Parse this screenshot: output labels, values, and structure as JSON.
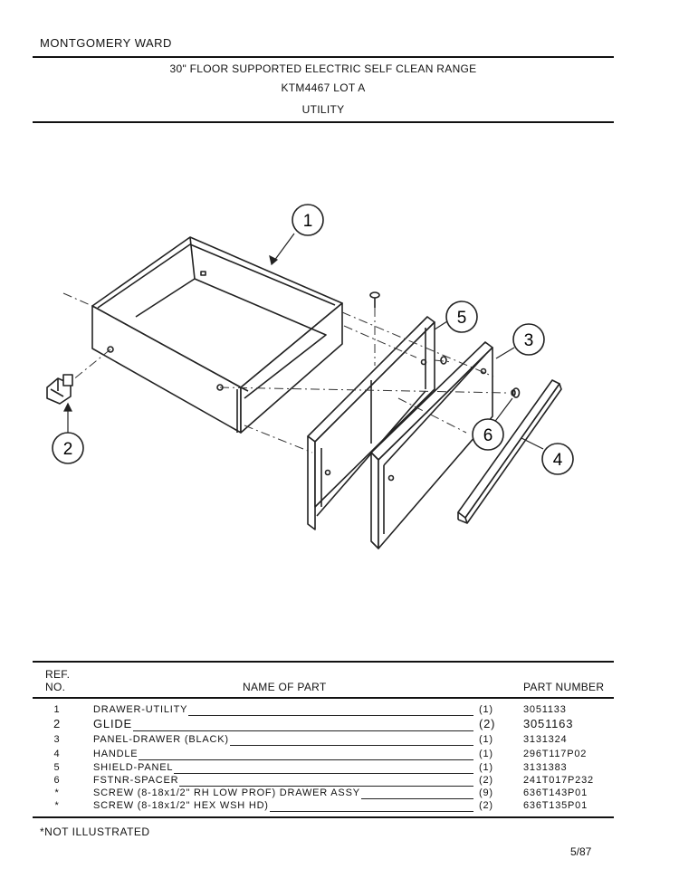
{
  "header": {
    "brand": "MONTGOMERY WARD",
    "title": "30\" FLOOR SUPPORTED ELECTRIC SELF CLEAN RANGE",
    "model": "KTM4467 LOT A",
    "section": "UTILITY"
  },
  "diagram": {
    "callouts": [
      "1",
      "2",
      "3",
      "4",
      "5",
      "6"
    ]
  },
  "parts_table": {
    "col_ref_line1": "REF.",
    "col_ref_line2": "NO.",
    "col_name": "NAME OF PART",
    "col_part_number": "PART NUMBER",
    "rows": [
      {
        "ref": "1",
        "name": "DRAWER-UTILITY",
        "qty": "(1)",
        "part_number": "3051133"
      },
      {
        "ref": "2",
        "name": "GLIDE",
        "qty": "(2)",
        "part_number": "3051163"
      },
      {
        "ref": "3",
        "name": "PANEL-DRAWER (BLACK)",
        "qty": "(1)",
        "part_number": "3131324"
      },
      {
        "ref": "4",
        "name": "HANDLE",
        "qty": "(1)",
        "part_number": "296T117P02"
      },
      {
        "ref": "5",
        "name": "SHIELD-PANEL",
        "qty": "(1)",
        "part_number": "3131383"
      },
      {
        "ref": "6",
        "name": "FSTNR-SPACER",
        "qty": "(2)",
        "part_number": "241T017P232"
      },
      {
        "ref": "*",
        "name": "SCREW (8-18x1/2\" RH LOW PROF) DRAWER ASSY",
        "qty": "(9)",
        "part_number": "636T143P01"
      },
      {
        "ref": "*",
        "name": "SCREW (8-18x1/2\" HEX WSH HD)",
        "qty": "(2)",
        "part_number": "636T135P01"
      }
    ]
  },
  "footer": {
    "note": "*NOT ILLUSTRATED",
    "date": "5/87"
  }
}
